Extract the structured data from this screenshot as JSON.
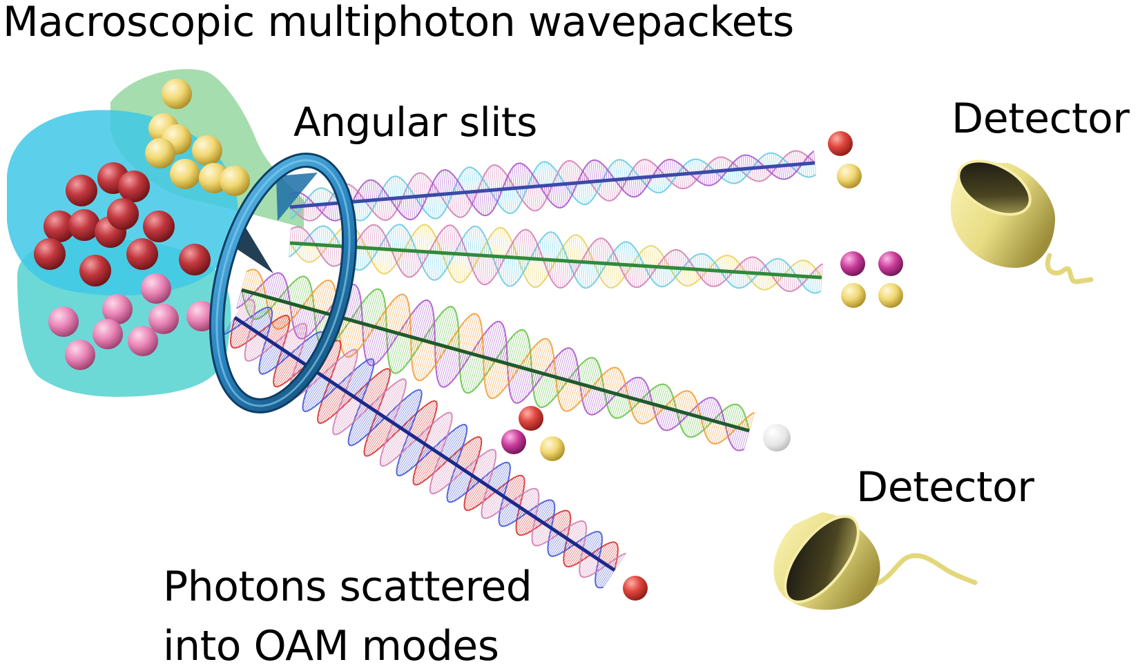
{
  "labels": {
    "title": "Macroscopic multiphoton wavepackets",
    "angular_slits": "Angular slits",
    "detector_top": "Detector",
    "detector_bottom": "Detector",
    "scattered_line1": "Photons scattered",
    "scattered_line2": "into OAM modes"
  },
  "colors": {
    "blob_cyan": "#3fc8e6",
    "blob_green": "#8fd49a",
    "blob_teal": "#52d2cf",
    "photon_red": "#b8323c",
    "photon_yellow": "#f0d56a",
    "photon_pink": "#e07fae",
    "photon_magenta": "#c0308f",
    "photon_white": "#e4e4e4",
    "slit_ring": "#2a84c0",
    "detector_gold": "#e6dc86",
    "beam_pink": "#d07ab0",
    "beam_cyan": "#64c8e2",
    "beam_green": "#5fc040",
    "beam_yellow": "#e6d058",
    "beam_red": "#d62a2a",
    "beam_blue": "#3c50d6",
    "beam_orange": "#ef9a30",
    "beam_purple": "#a850c8"
  }
}
